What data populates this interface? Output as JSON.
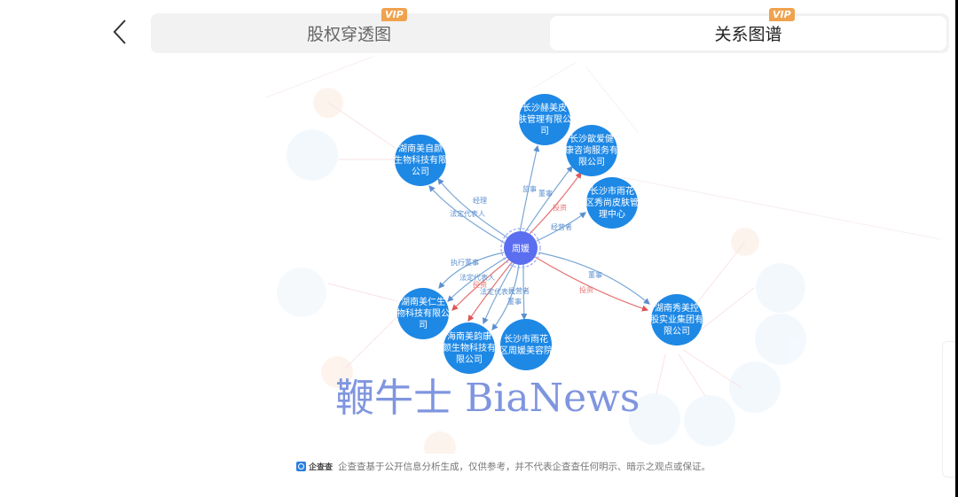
{
  "header": {
    "back_icon": "chevron-left-icon",
    "tabs": [
      {
        "label": "股权穿透图",
        "badge": "VIP",
        "active": false
      },
      {
        "label": "关系图谱",
        "badge": "VIP",
        "active": true
      }
    ]
  },
  "graph": {
    "center": {
      "label": "周媛",
      "color": "#5b6ef0"
    },
    "node_color": "#1e88e5",
    "edge_color": "#7aa7d6",
    "invest_edge_color": "#e57373",
    "nodes": [
      {
        "id": "n1",
        "lines": [
          "湖南美自颜",
          "生物科技有限",
          "公司"
        ]
      },
      {
        "id": "n2",
        "lines": [
          "长沙赫美皮",
          "肤管理有限公",
          "司"
        ]
      },
      {
        "id": "n3",
        "lines": [
          "长沙歆爱健",
          "康咨询服务有",
          "限公司"
        ]
      },
      {
        "id": "n4",
        "lines": [
          "长沙市雨花",
          "区秀尚皮肤管",
          "理中心"
        ]
      },
      {
        "id": "n5",
        "lines": [
          "湖南美仁生",
          "物科技有限公",
          "司"
        ]
      },
      {
        "id": "n6",
        "lines": [
          "海南美韵康",
          "颜生物科技有",
          "限公司"
        ]
      },
      {
        "id": "n7",
        "lines": [
          "长沙市雨花",
          "区周媛美容院"
        ]
      },
      {
        "id": "n8",
        "lines": [
          "湖南秀美控",
          "股实业集团有",
          "限公司"
        ]
      }
    ],
    "edge_labels": {
      "e_n1_a": "经理",
      "e_n1_b": "法定代表人",
      "e_n2": "监事",
      "e_n3_a": "董事",
      "e_n3_b": "投资",
      "e_n4": "经营者",
      "e_n5_a": "执行董事",
      "e_n5_b": "法定代表人",
      "e_n6_a": "投资",
      "e_n6_b": "法定代表人",
      "e_n6_c": "董事",
      "e_n7": "经营者",
      "e_n8_a": "董事",
      "e_n8_b": "投资"
    }
  },
  "watermark": "鞭牛士 BiaNews",
  "footer": {
    "brand": "企查查",
    "disclaimer": "企查查基于公开信息分析生成，仅供参考，并不代表企查查任何明示、暗示之观点或保证。"
  }
}
